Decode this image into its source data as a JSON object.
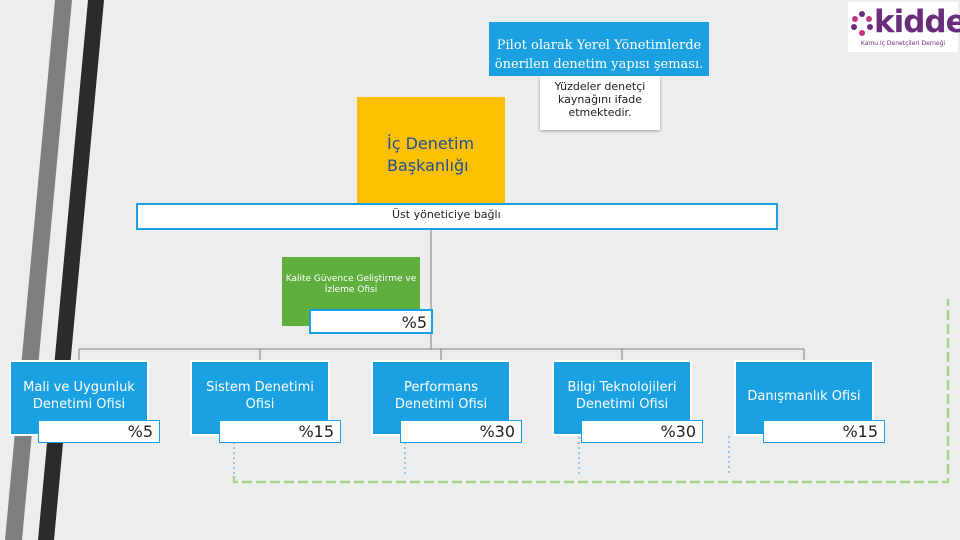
{
  "title_box": {
    "text": "Pilot olarak Yerel Yönetimlerde önerilen denetim yapısı şeması."
  },
  "note": {
    "text": "Yüzdeler denetçi kaynağını ifade etmektedir."
  },
  "head_office": {
    "name": "İç Denetim Başkanlığı",
    "reporting": "Üst yöneticiye bağlı"
  },
  "quality_office": {
    "name": "Kalite Güvence Geliştirme ve İzleme Ofisi",
    "percent": "%5"
  },
  "offices": [
    {
      "name": "Mali ve Uygunluk Denetimi Ofisi",
      "percent": "%5"
    },
    {
      "name": "Sistem Denetimi Ofisi",
      "percent": "%15"
    },
    {
      "name": "Performans Denetimi Ofisi",
      "percent": "%30"
    },
    {
      "name": "Bilgi Teknolojileri Denetimi Ofisi",
      "percent": "%30"
    },
    {
      "name": "Danışmanlık Ofisi",
      "percent": "%15"
    }
  ],
  "logo": {
    "text": "kidder",
    "subtitle": "Kamu İç Denetçileri Derneği"
  },
  "colors": {
    "box_blue": "#1ba1e2",
    "head_yellow": "#fbc000",
    "quality_green": "#5fae3e",
    "connector_green": "#a9d18e",
    "logo_purple": "#6a2d7e"
  }
}
